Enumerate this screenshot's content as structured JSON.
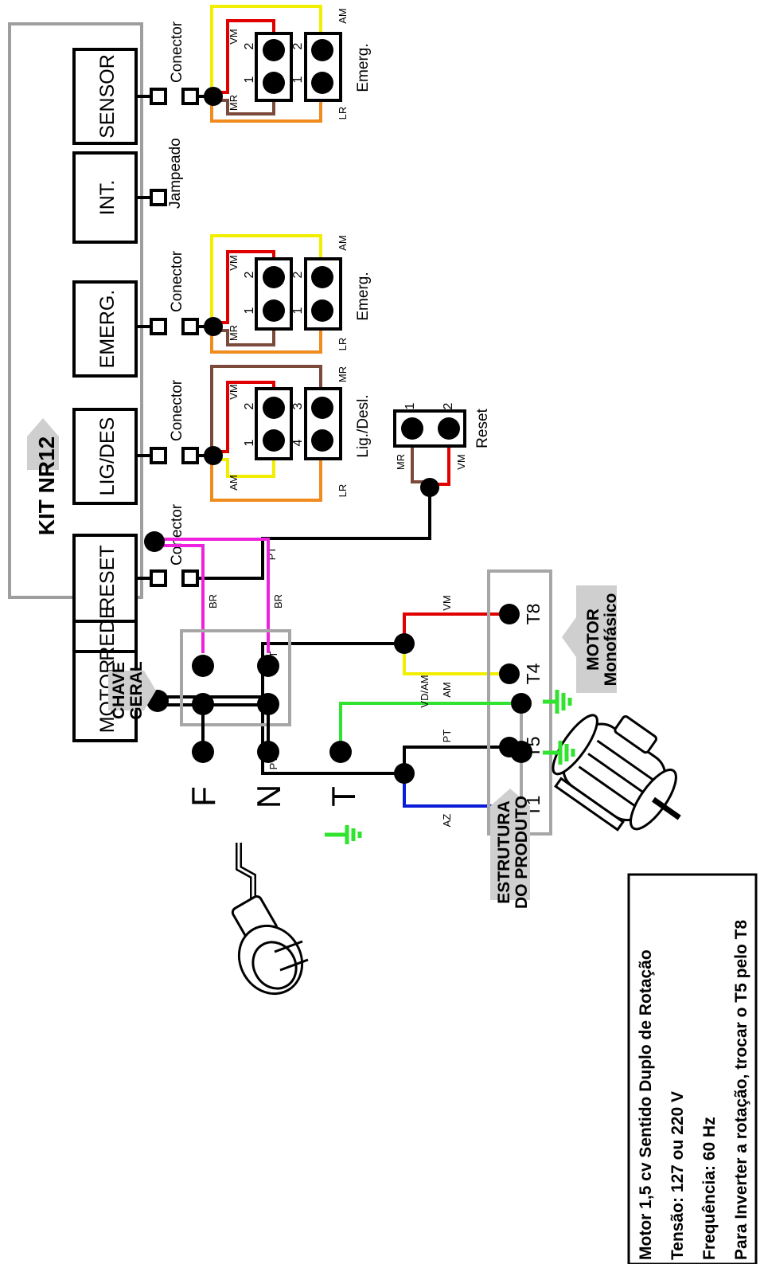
{
  "kit": {
    "title": "KIT   NR12",
    "modules": [
      "REDE",
      "MOTOR",
      "RESET",
      "LIG/DES",
      "EMERG.",
      "INT.",
      "SENSOR"
    ]
  },
  "connector_label": "Conector",
  "jumper_label": "Jampeado",
  "emerg_label": "Emerg.",
  "ligdesl_label": "Lig./Desl.",
  "reset_label": "Reset",
  "wire_labels": {
    "vm": "VM",
    "mr": "MR",
    "am": "AM",
    "lr": "LR",
    "pt": "PT",
    "az": "AZ",
    "br": "BR",
    "vdam": "VD/AM"
  },
  "pin_labels": {
    "p1": "1",
    "p2": "2",
    "p3": "3",
    "p4": "4"
  },
  "motor_tag": {
    "line1": "MOTOR",
    "line2": "Monofásico"
  },
  "motor_terminals": [
    "T8",
    "T4",
    "T5",
    "T1"
  ],
  "chave_tag": {
    "line1": "CHAVE",
    "line2": "GERAL"
  },
  "supply_labels": {
    "f": "F",
    "n": "N",
    "t": "T"
  },
  "estrutura_tag": {
    "line1": "ESTRUTURA",
    "line2": "DO PRODUTO"
  },
  "notes": [
    "Motor 1,5 cv Sentido Duplo de Rotação",
    "Tensão: 127 ou 220 V",
    "Frequência: 60 Hz",
    "Para Inverter a rotação, trocar o T5 pelo T8"
  ],
  "colors": {
    "red": "#e00000",
    "yellow": "#f2ee00",
    "brown": "#7b4a3a",
    "orange": "#f08b1e",
    "blue": "#0a1bd9",
    "magenta": "#ee22dd",
    "green": "#30e32e",
    "gray": "#a6a6a6"
  }
}
